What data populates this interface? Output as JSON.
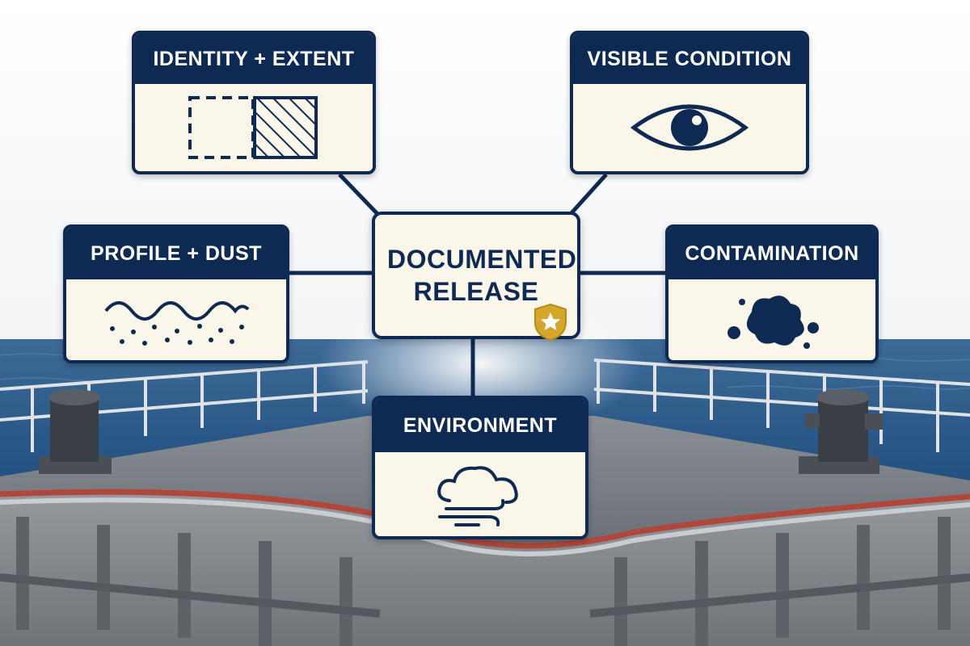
{
  "center": {
    "label": "DOCUMENTED RELEASE"
  },
  "cards": {
    "identity": {
      "title": "IDENTITY + EXTENT"
    },
    "visible": {
      "title": "VISIBLE CONDITION"
    },
    "profile": {
      "title": "PROFILE + DUST"
    },
    "contamination": {
      "title": "CONTAMINATION"
    },
    "environment": {
      "title": "ENVIRONMENT"
    }
  },
  "icons": {
    "identity": "dashed-and-hatched-squares-icon",
    "visible": "eye-icon",
    "profile": "wave-and-dust-icon",
    "contamination": "splatter-icon",
    "environment": "cloud-wind-icon",
    "badge": "star-shield-icon"
  },
  "colors": {
    "navy": "#0e2a52",
    "card_bg": "#faf6ea",
    "badge_gold": "#d4a72c",
    "stripe_red": "#b0473a"
  }
}
